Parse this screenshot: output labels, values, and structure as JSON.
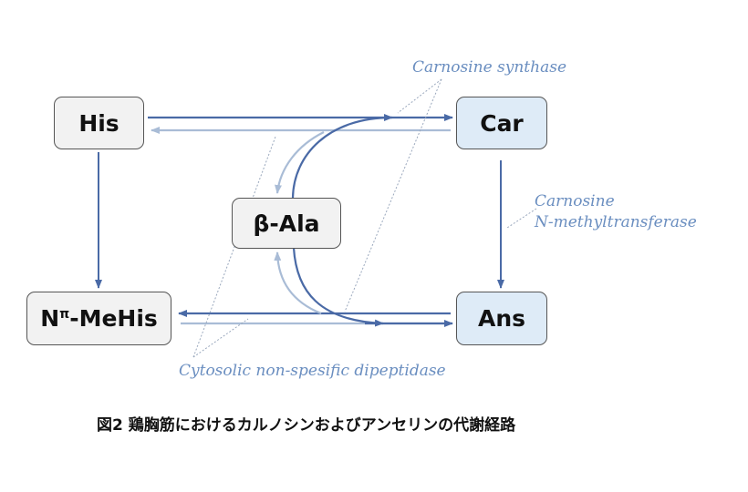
{
  "nodes": {
    "his": "His",
    "car": "Car",
    "bala": "β-Ala",
    "mehis_base": "N",
    "mehis_sup": "π",
    "mehis_rest": "-MeHis",
    "ans": "Ans"
  },
  "enzymes": {
    "carnosine_synthase": "Carnosine synthase",
    "methyltransferase_line1": "Carnosine",
    "methyltransferase_line2": "N-methyltransferase",
    "dipeptidase": "Cytosolic non-spesific dipeptidase"
  },
  "caption": "図2 鶏胸筋におけるカルノシンおよびアンセリンの代謝経路",
  "colors": {
    "forward_arrow": "#4a6aa6",
    "reverse_arrow": "#a9bcd6",
    "leader_line": "#9aa8bd",
    "enzyme_text": "#6a8ec0",
    "box_gray": "#f2f2f2",
    "box_blue": "#deebf7"
  }
}
